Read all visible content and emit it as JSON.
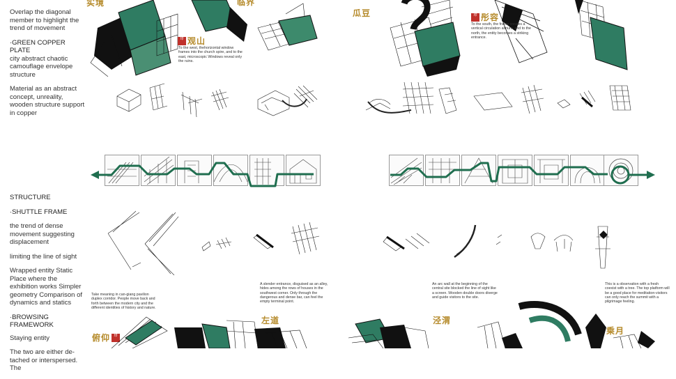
{
  "left_top": {
    "overlap_text": "Overlap the diagonal member to highlight the trend of movement",
    "green_copper_heading": "·GREEN COPPER PLATE",
    "green_copper_text": "city abstract chaotic camouflage envelope structure",
    "material_text": "Material as an abstract concept, unreality, wooden structure support in copper"
  },
  "left_bottom": {
    "structure_heading": "STRUCTURE",
    "shuttle_heading": "·SHUTTLE FRAME",
    "trend_text": "the trend of dense movement suggesting displacement",
    "limiting_text": "limiting the line of sight",
    "wrapped_text": "Wrapped entity Static Place where the exhibition works Simpler geometry Comparison of dynamics and statics",
    "browsing_heading": "·BROWSING FRAMEWORK",
    "staying_text": "Staying entity",
    "two_are_text": "The two are either de-tached or interspersed. The"
  },
  "labels": {
    "top_cut": "实境",
    "guan_shan": "观山",
    "top_center_cut": "临界",
    "gua_dou": "瓜豆",
    "xing_rong": "彤容",
    "zuo_dao": "左道",
    "jing_wei": "泾渭",
    "fu_yang": "俯仰",
    "cheng_yue": "乘月"
  },
  "seal_text": "印",
  "descriptions": {
    "west_window": "To the west, thehorizontal window frames into the church spire, and to the east, microscopic Windows reveal only the ruins.",
    "south_frame": "To the south, the frame creates a vertical circulation altrium, and to the north, the entity becomes a striking entrance.",
    "take_meaning": "Take meaning in can-giang pavilion duplex corridor. People move back and forth between the modern city and the different identities of history and nature.",
    "slender_entrance": "A slender entrance, disguised as an alley, hides among the rows of houses in the southwest corner. Only through the dangerous and dense bar, can feel the empty terminal point.",
    "arc_wall": "An arc wall at the beginning of the central site blocked the line of sight like a screen. Wooden double doors diverge and guide visitors to the site.",
    "observation": "This is a observation with a fresh coexist with a tree. The top platform will be a good place for meditation-visitors can only reach the summit with a pilgrimage feeling."
  },
  "colors": {
    "copper_green": "#2f7c62",
    "path_green": "#1f6e4f",
    "gold_label": "#b58a2a",
    "seal_red": "#c0312b"
  }
}
